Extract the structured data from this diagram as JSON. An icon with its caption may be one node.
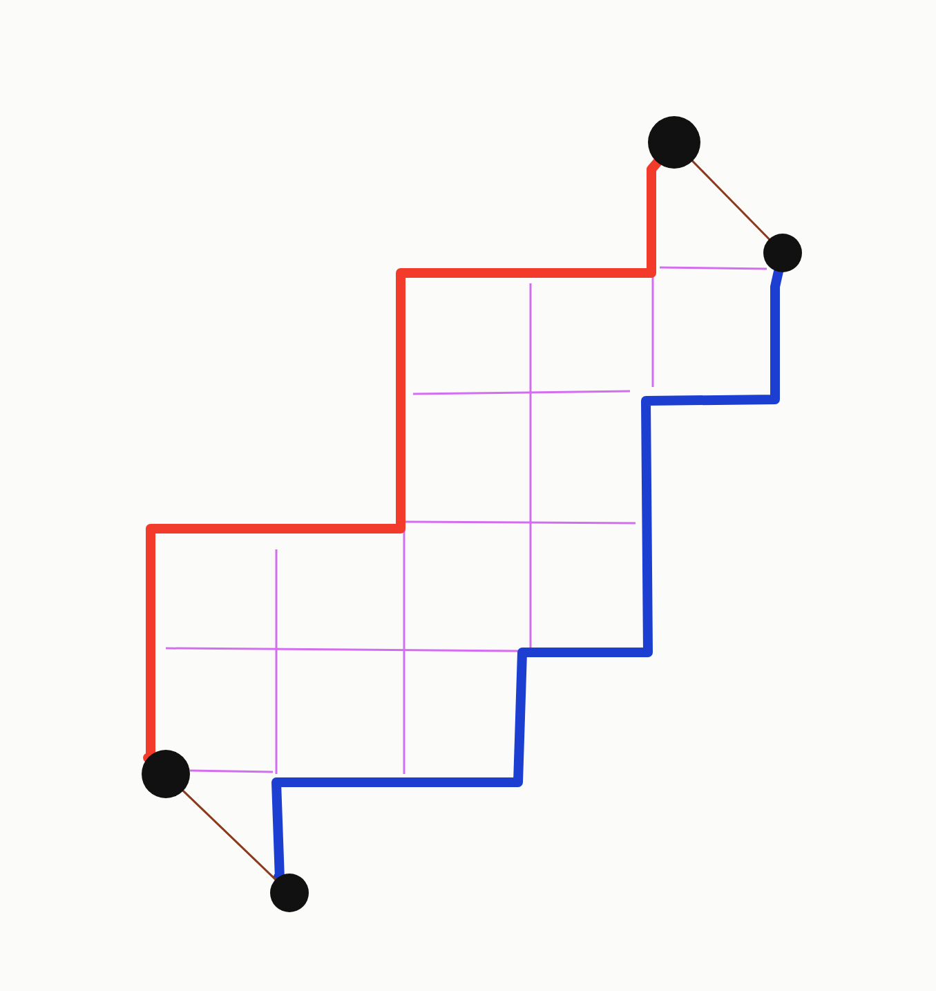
{
  "diagram": {
    "nodes": [
      {
        "text": [],
        "shape": "circle"
      },
      {
        "text": [],
        "shape": "circle"
      },
      {
        "text": [],
        "shape": "circle"
      },
      {
        "text": [],
        "shape": "circle"
      }
    ],
    "edges": [
      {
        "from": 0,
        "to": 1,
        "arrow": "none",
        "color": "#8b3a1e"
      },
      {
        "from": 2,
        "to": 0,
        "arrow": "none",
        "style": "thick",
        "color": "#f23b2b"
      },
      {
        "from": 3,
        "to": 1,
        "arrow": "none",
        "style": "thick",
        "color": "#1c3fd2"
      },
      {
        "from": 2,
        "to": 3,
        "arrow": "none",
        "color": "#8b3a1e"
      }
    ]
  }
}
